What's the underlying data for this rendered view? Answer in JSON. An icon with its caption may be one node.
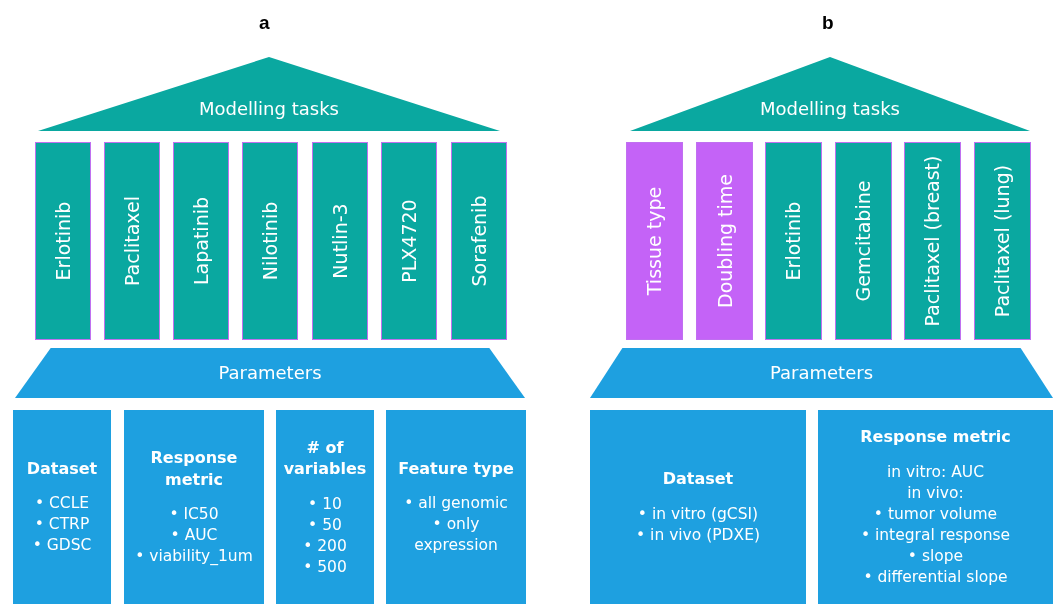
{
  "diagram": {
    "nodes": [
      {
        "text": [
          "Modelling tasks"
        ]
      },
      {
        "text": [
          "Erlotinib"
        ]
      },
      {
        "text": [
          "Paclitaxel"
        ]
      },
      {
        "text": [
          "Lapatinib"
        ]
      },
      {
        "text": [
          "Nilotinib"
        ]
      },
      {
        "text": [
          "Nutlin-3"
        ]
      },
      {
        "text": [
          "PLX4720"
        ]
      },
      {
        "text": [
          "Sorafenib"
        ]
      },
      {
        "text": [
          "Parameters"
        ]
      },
      {
        "text": [
          "Dataset",
          "• CCLE",
          "• CTRP",
          "• GDSC"
        ]
      },
      {
        "text": [
          "Response metric",
          "• IC50",
          "• AUC",
          "• viability_1um"
        ]
      },
      {
        "text": [
          "# of variables",
          "• 10",
          "• 50",
          "• 200",
          "• 500"
        ]
      },
      {
        "text": [
          "Feature type",
          "• all genomic",
          "• only expression"
        ]
      },
      {
        "text": [
          "Modelling tasks"
        ]
      },
      {
        "text": [
          "Tissue type"
        ]
      },
      {
        "text": [
          "Doubling time"
        ]
      },
      {
        "text": [
          "Erlotinib"
        ]
      },
      {
        "text": [
          "Gemcitabine"
        ]
      },
      {
        "text": [
          "Paclitaxel (breast)"
        ]
      },
      {
        "text": [
          "Paclitaxel (lung)"
        ]
      },
      {
        "text": [
          "Parameters"
        ]
      },
      {
        "text": [
          "Dataset",
          "• in vitro (gCSI)",
          "• in vivo (PDXE)"
        ]
      },
      {
        "text": [
          "Response metric",
          "in vitro: AUC",
          "in vivo:",
          "• tumor volume",
          "• integral response",
          "• slope",
          "• differential slope"
        ]
      }
    ],
    "edges": [],
    "labels": [
      "a",
      "b"
    ]
  }
}
